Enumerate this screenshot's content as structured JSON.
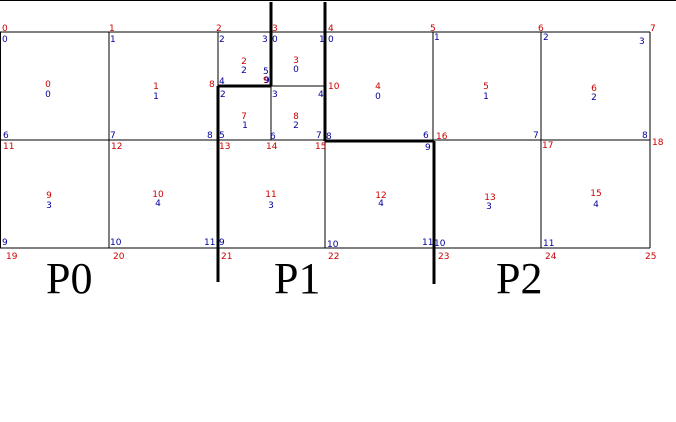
{
  "global_node_labels": [
    "0",
    "1",
    "2",
    "3",
    "4",
    "5",
    "6",
    "7",
    "8",
    "9",
    "10",
    "11",
    "12",
    "13",
    "14",
    "15",
    "16",
    "17",
    "18",
    "19",
    "20",
    "21",
    "22",
    "23",
    "24",
    "25"
  ],
  "cells": [
    {
      "id": "0",
      "local": "0"
    },
    {
      "id": "1",
      "local": "1"
    },
    {
      "id": "2",
      "local": "2"
    },
    {
      "id": "3",
      "local": "0"
    },
    {
      "id": "4",
      "local": "0"
    },
    {
      "id": "5",
      "local": "1"
    },
    {
      "id": "6",
      "local": "2"
    },
    {
      "id": "7",
      "local": "1"
    },
    {
      "id": "8",
      "local": "2"
    },
    {
      "id": "9",
      "local": "3"
    },
    {
      "id": "10",
      "local": "4"
    },
    {
      "id": "11",
      "local": "3"
    },
    {
      "id": "12",
      "local": "4"
    },
    {
      "id": "13",
      "local": "3"
    },
    {
      "id": "15",
      "local": "4"
    }
  ],
  "local_node_labels": {
    "p0": [
      "0",
      "1",
      "6",
      "7",
      "8",
      "9",
      "10",
      "11"
    ],
    "p1": [
      "2",
      "3",
      "0",
      "1",
      "4",
      "5",
      "9",
      "2",
      "3",
      "4",
      "5",
      "6",
      "7",
      "8",
      "9",
      "10",
      "11"
    ],
    "p2": [
      "0",
      "1",
      "2",
      "3",
      "6",
      "7",
      "8",
      "9",
      "10",
      "11"
    ]
  },
  "partitions": [
    "P0",
    "P1",
    "P2"
  ],
  "colors": {
    "global": "#cc0000",
    "local": "#000099",
    "lines": "#000000"
  }
}
